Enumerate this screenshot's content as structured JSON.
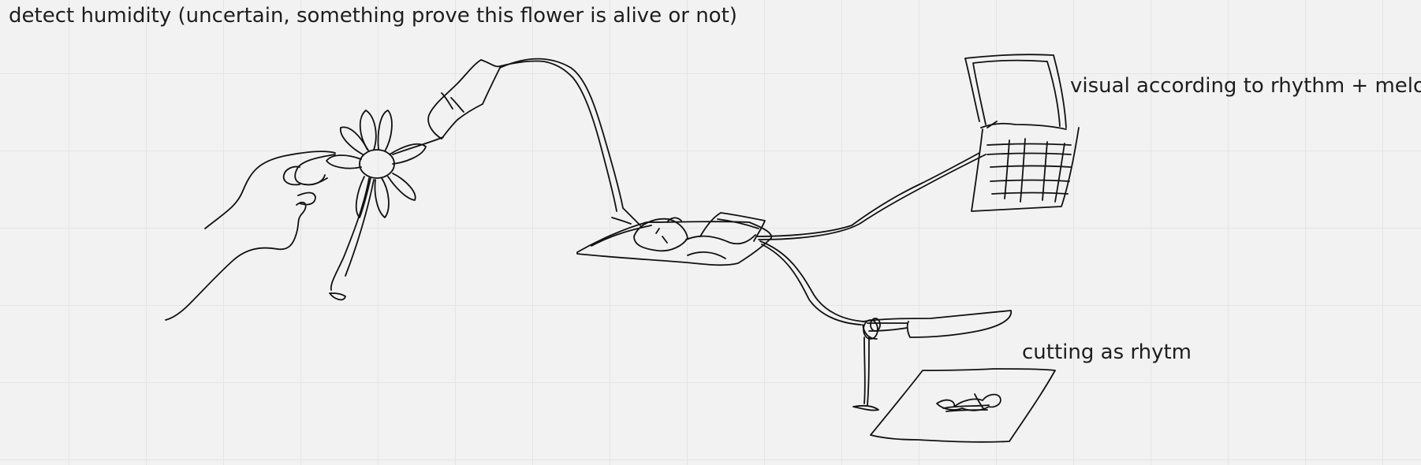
{
  "canvas": {
    "background": "#f2f2f2",
    "grid_color": "#e4e4e4",
    "stroke_color": "#111111"
  },
  "notes": {
    "humidity": "detect humidity (uncertain, something prove this flower is alive or not)",
    "visual": "visual according to rhythm + melody",
    "cutting": "cutting as rhytm"
  },
  "sketch_items": [
    "hand-sketch",
    "flower-sketch",
    "humidity-sensor-sketch",
    "controller-sketch",
    "laptop-sketch",
    "cutter-sketch",
    "paper-sheet-sketch"
  ]
}
